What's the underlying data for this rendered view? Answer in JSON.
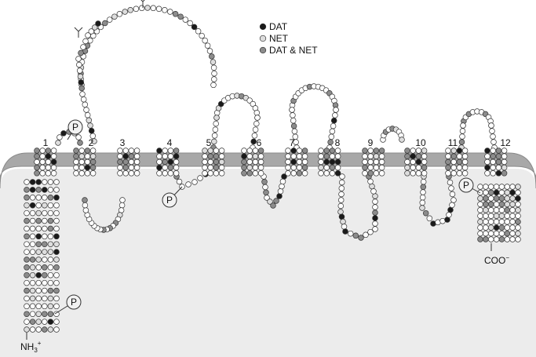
{
  "legend": [
    {
      "label": "DAT",
      "color": "#1a1a1a"
    },
    {
      "label": "NET",
      "color": "#dddddd"
    },
    {
      "label": "DAT & NET",
      "color": "#8c8c8c"
    }
  ],
  "helix_numbers": [
    "1",
    "2",
    "3",
    "4",
    "5",
    "6",
    "7",
    "8",
    "9",
    "10",
    "11",
    "12"
  ],
  "termini": {
    "n_term": "NH",
    "n_sub": "3",
    "n_sup": "+",
    "c_term": "COO",
    "c_sup": "−"
  },
  "phospho_label": "P",
  "colors": {
    "membrane_outer": "#a8a8a8",
    "membrane_inner": "#cfcfcf",
    "cytoplasm": "#ececec",
    "residue_empty": "#ffffff",
    "residue_dat": "#1a1a1a",
    "residue_net": "#dddddd",
    "residue_both": "#8c8c8c"
  }
}
